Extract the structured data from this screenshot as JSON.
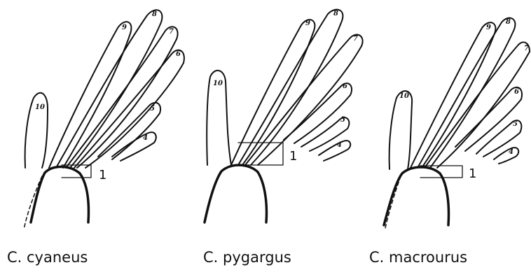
{
  "figures": [
    {
      "species": "C. cyaneus",
      "primaries": [
        "10",
        "9",
        "8",
        "7",
        "6",
        "5",
        "4"
      ],
      "measure_label": "1"
    },
    {
      "species": "C. pygargus",
      "primaries": [
        "10",
        "9",
        "8",
        "7",
        "6",
        "5",
        "4"
      ],
      "measure_label": "1"
    },
    {
      "species": "C. macrourus",
      "primaries": [
        "10",
        "9",
        "8",
        "7",
        "6",
        "5",
        "4"
      ],
      "measure_label": "1"
    }
  ]
}
